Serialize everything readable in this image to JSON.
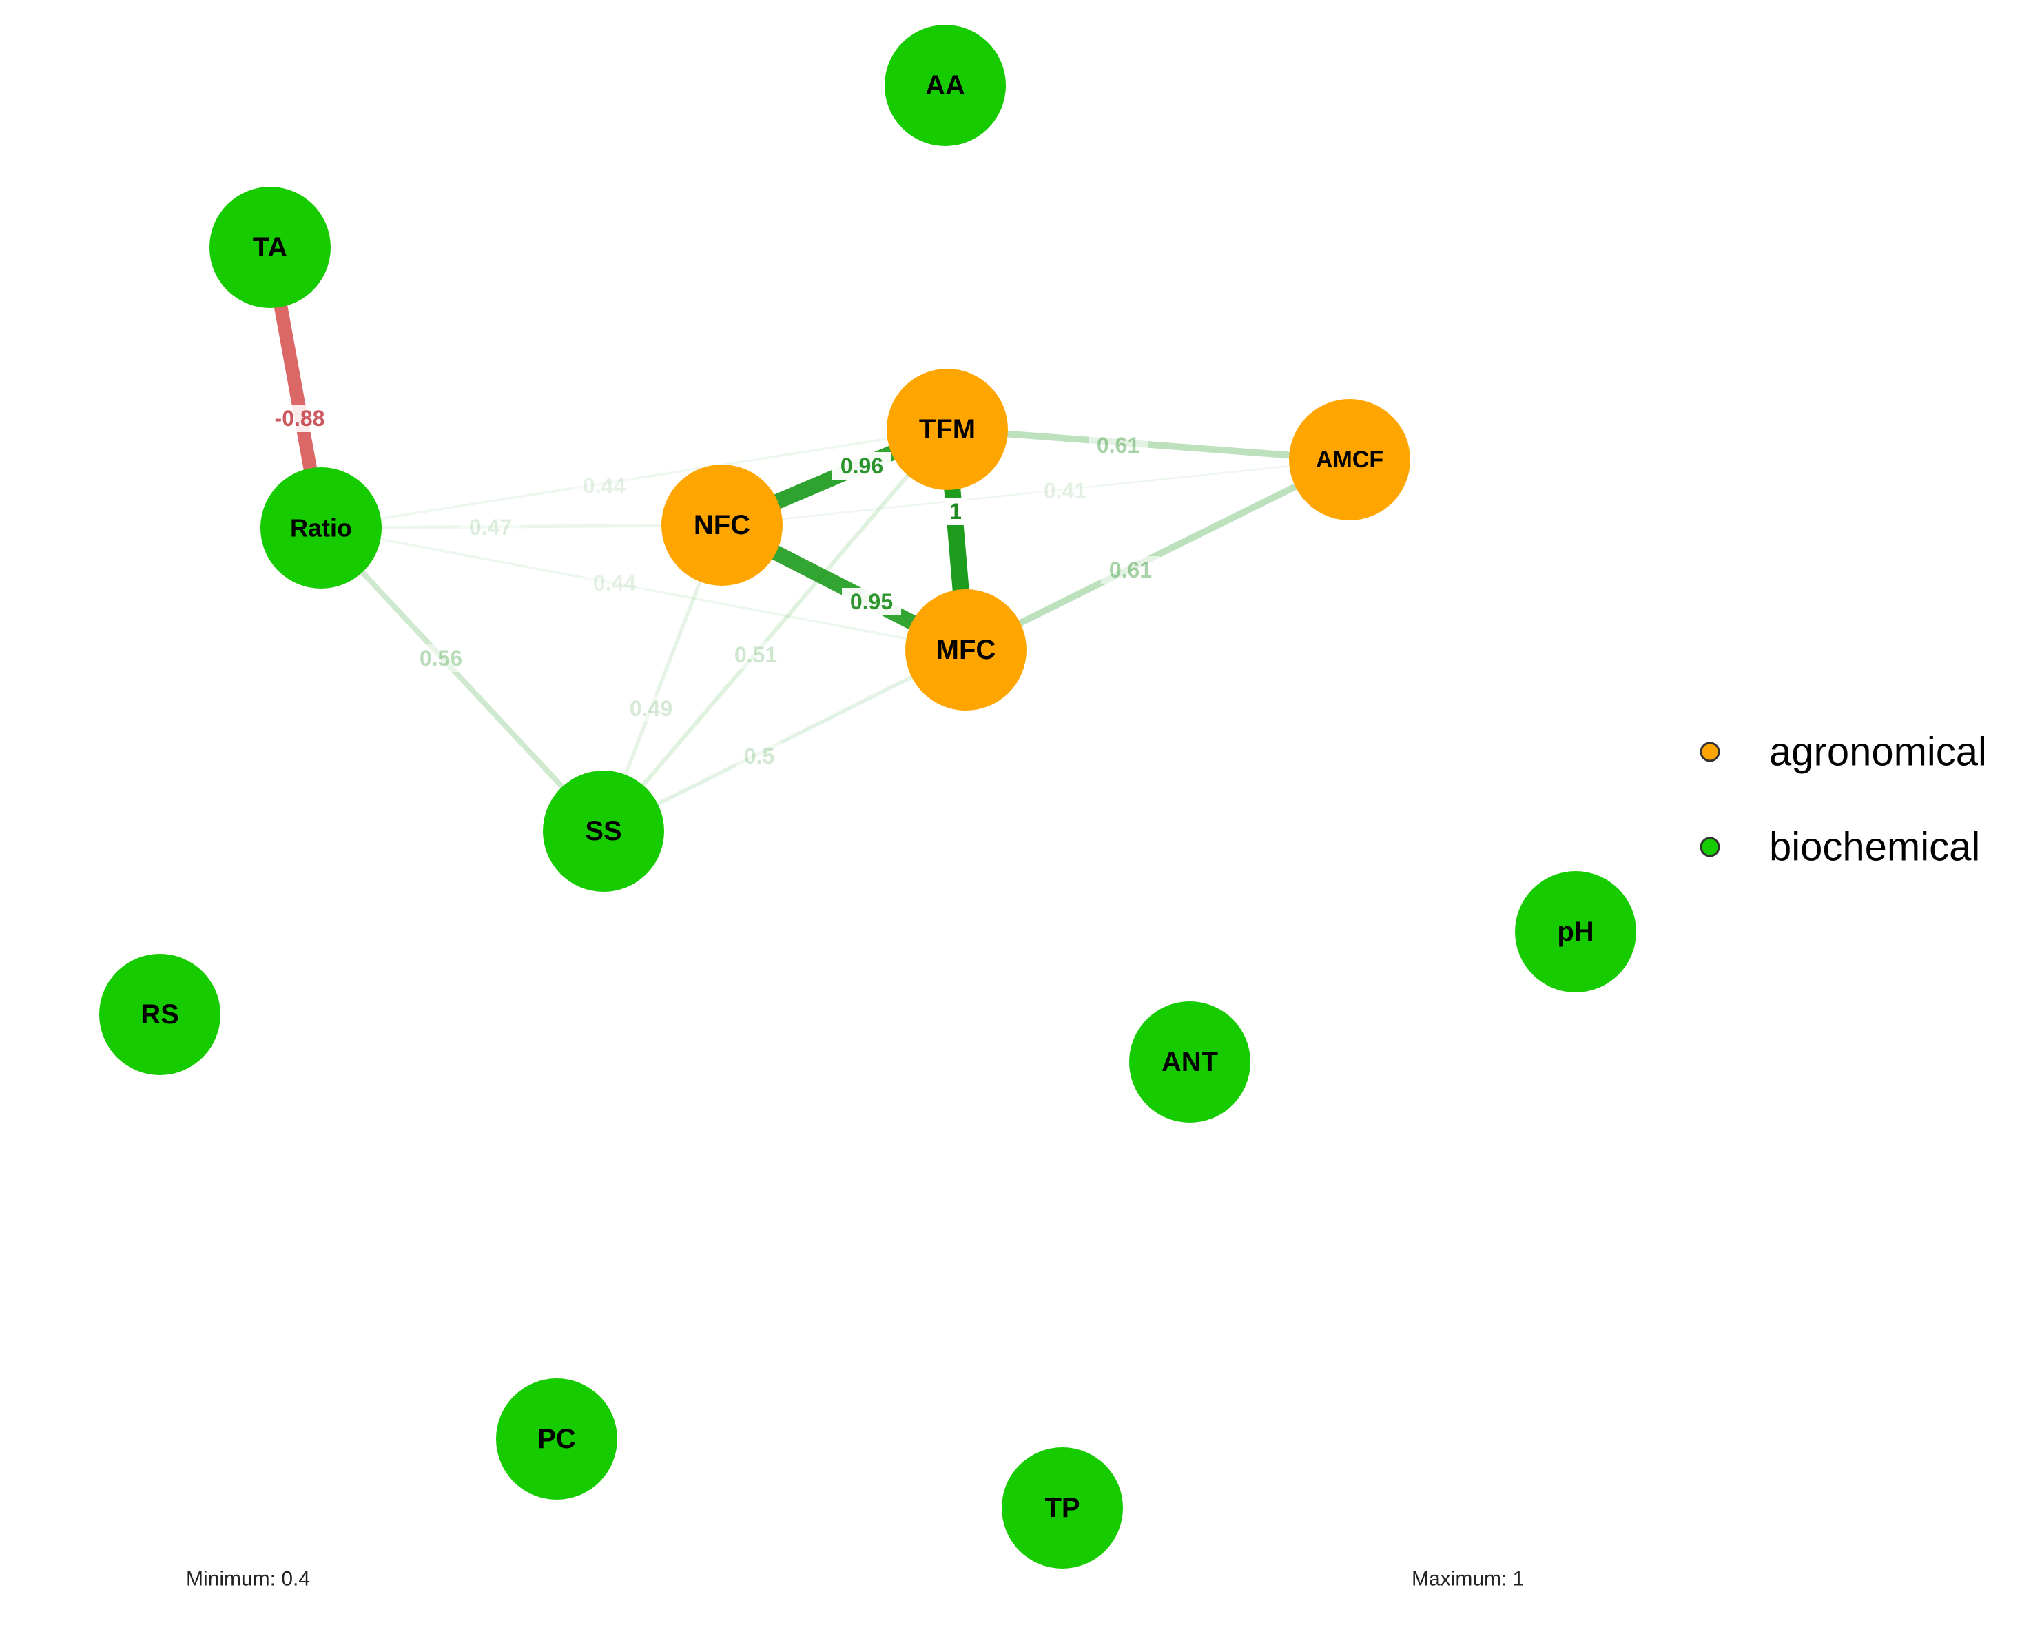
{
  "groups": [
    {
      "id": "agronomical",
      "label": "agronomical",
      "color": "#FFA500"
    },
    {
      "id": "biochemical",
      "label": "biochemical",
      "color": "#16CC00"
    }
  ],
  "nodes": [
    {
      "id": "AA",
      "label": "AA",
      "group": "biochemical"
    },
    {
      "id": "TA",
      "label": "TA",
      "group": "biochemical"
    },
    {
      "id": "Ratio",
      "label": "Ratio",
      "group": "biochemical"
    },
    {
      "id": "NFC",
      "label": "NFC",
      "group": "agronomical"
    },
    {
      "id": "TFM",
      "label": "TFM",
      "group": "agronomical"
    },
    {
      "id": "AMCF",
      "label": "AMCF",
      "group": "agronomical"
    },
    {
      "id": "MFC",
      "label": "MFC",
      "group": "agronomical"
    },
    {
      "id": "SS",
      "label": "SS",
      "group": "biochemical"
    },
    {
      "id": "pH",
      "label": "pH",
      "group": "biochemical"
    },
    {
      "id": "RS",
      "label": "RS",
      "group": "biochemical"
    },
    {
      "id": "ANT",
      "label": "ANT",
      "group": "biochemical"
    },
    {
      "id": "PC",
      "label": "PC",
      "group": "biochemical"
    },
    {
      "id": "TP",
      "label": "TP",
      "group": "biochemical"
    }
  ],
  "edges": [
    {
      "from": "TA",
      "to": "Ratio",
      "label": "-0.88",
      "weight": -0.88
    },
    {
      "from": "Ratio",
      "to": "TFM",
      "label": "0.44",
      "weight": 0.44
    },
    {
      "from": "Ratio",
      "to": "NFC",
      "label": "0.47",
      "weight": 0.47
    },
    {
      "from": "Ratio",
      "to": "MFC",
      "label": "0.44",
      "weight": 0.44
    },
    {
      "from": "Ratio",
      "to": "SS",
      "label": "0.56",
      "weight": 0.56
    },
    {
      "from": "NFC",
      "to": "TFM",
      "label": "0.96",
      "weight": 0.96
    },
    {
      "from": "NFC",
      "to": "MFC",
      "label": "0.95",
      "weight": 0.95
    },
    {
      "from": "TFM",
      "to": "MFC",
      "label": "1",
      "weight": 1
    },
    {
      "from": "TFM",
      "to": "AMCF",
      "label": "0.61",
      "weight": 0.61
    },
    {
      "from": "MFC",
      "to": "AMCF",
      "label": "0.61",
      "weight": 0.61
    },
    {
      "from": "NFC",
      "to": "AMCF",
      "label": "0.41",
      "weight": 0.41
    },
    {
      "from": "SS",
      "to": "NFC",
      "label": "0.49",
      "weight": 0.49
    },
    {
      "from": "SS",
      "to": "TFM",
      "label": "0.51",
      "weight": 0.51
    },
    {
      "from": "SS",
      "to": "MFC",
      "label": "0.5",
      "weight": 0.5
    }
  ],
  "scale": {
    "minimum_label": "Minimum: 0.4",
    "maximum_label": "Maximum: 1",
    "minimum": 0.4,
    "maximum": 1
  },
  "colors": {
    "positive_edge": "#1E9C1E",
    "negative_edge": "#D03A3A",
    "positive_label": "#1E8C1E",
    "negative_label": "#C0333A"
  }
}
